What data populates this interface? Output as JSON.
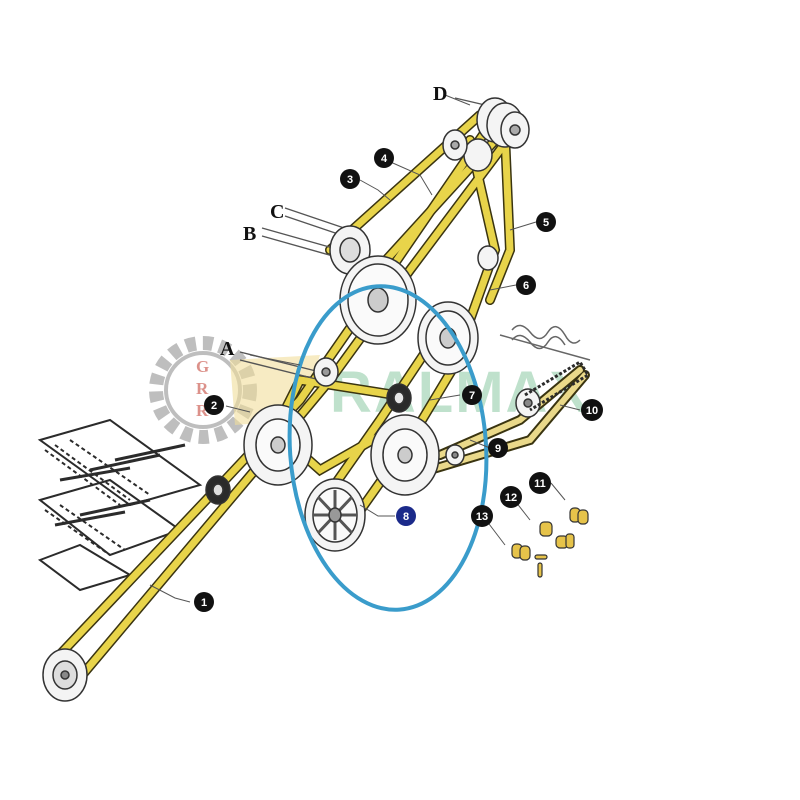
{
  "diagram": {
    "letters": {
      "A": "A",
      "B": "B",
      "C": "C",
      "D": "D"
    },
    "callouts": {
      "c1": "1",
      "c2": "2",
      "c3": "3",
      "c4": "4",
      "c5": "5",
      "c6": "6",
      "c7": "7",
      "c8": "8",
      "c9": "9",
      "c10": "10",
      "c11": "11",
      "c12": "12",
      "c13": "13"
    },
    "highlighted_part": "8",
    "colors": {
      "belt": "#e8d44a",
      "belt_edge": "#3a3410",
      "chain": "#2b2b2b",
      "callout_bg": "#111111",
      "highlight_callout_bg": "#1b2a8a",
      "highlight_ring": "#3a9ccb",
      "pulley_fill": "#f4f4f4",
      "watermark_green": "#2d9b57",
      "watermark_red": "#c0392b"
    }
  },
  "watermark": {
    "brand": "RALMAX",
    "gear_letters": [
      "G",
      "R",
      "R"
    ]
  }
}
